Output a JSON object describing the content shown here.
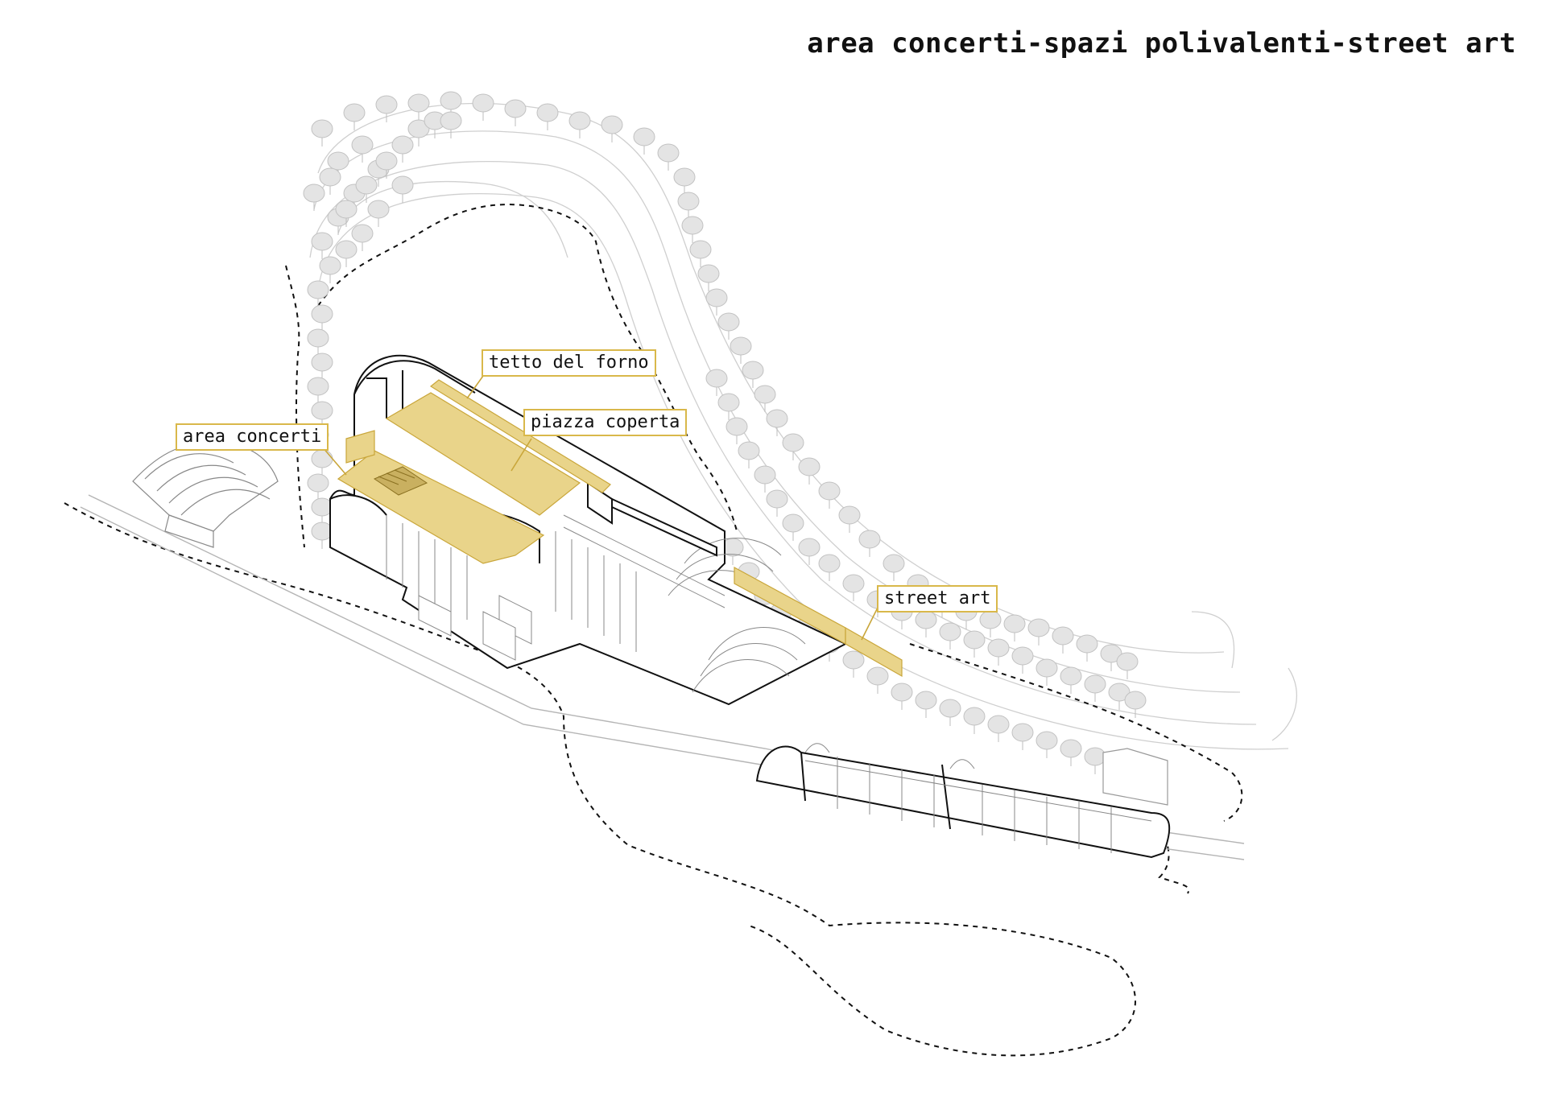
{
  "title": "area concerti-spazi polivalenti-street art",
  "labels": {
    "tetto_del_forno": "tetto del forno",
    "piazza_coperta": "piazza coperta",
    "area_concerti": "area concerti",
    "street_art": "street art"
  },
  "colors": {
    "highlight_fill": "#e9d48a",
    "highlight_stroke": "#c9a63a",
    "label_border": "#d9b84a",
    "building_line": "#111111",
    "tree_fill": "#e4e4e4",
    "contour_line": "#c8c8c8",
    "path_line": "#111111"
  }
}
